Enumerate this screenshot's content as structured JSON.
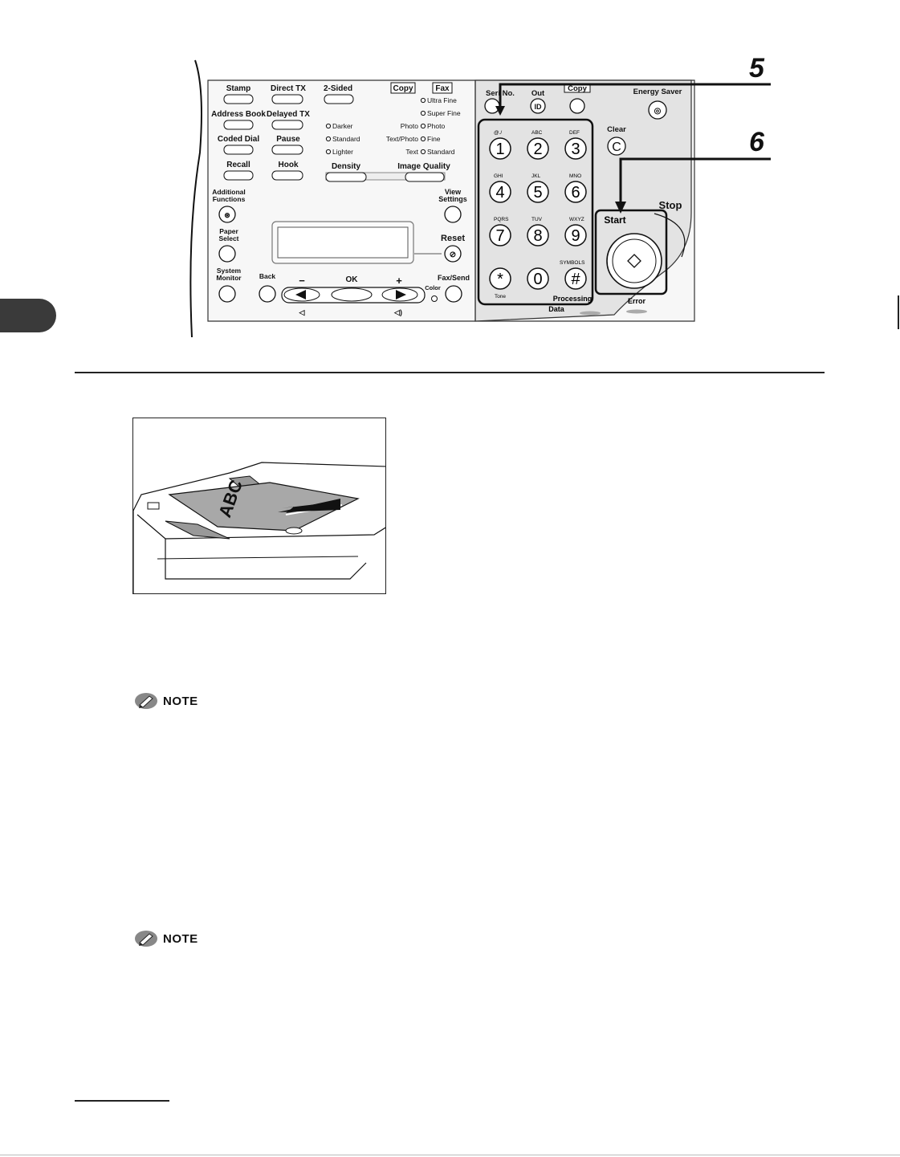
{
  "steps": {
    "five": "5",
    "six": "6"
  },
  "panel": {
    "mode_keys": [
      "Stamp",
      "Direct TX",
      "2-Sided",
      "Address Book",
      "Delayed TX",
      "Coded Dial",
      "Pause",
      "Recall",
      "Hook"
    ],
    "copy_label": "Copy",
    "fax_label": "Fax",
    "fax_quality": [
      "Ultra Fine",
      "Super Fine",
      "Photo",
      "Fine",
      "Standard"
    ],
    "copy_quality": [
      "Photo",
      "Text/Photo",
      "Text"
    ],
    "density_options": [
      "Darker",
      "Standard",
      "Lighter"
    ],
    "density_label": "Density",
    "image_quality_label": "Image Quality",
    "additional_functions": [
      "Additional",
      "Functions"
    ],
    "view_settings": [
      "View",
      "Settings"
    ],
    "paper_select": [
      "Paper",
      "Select"
    ],
    "reset": "Reset",
    "system_monitor": [
      "System",
      "Monitor"
    ],
    "back": "Back",
    "minus": "−",
    "ok": "OK",
    "plus": "+",
    "color": "Color",
    "fax_send": "Fax/Send",
    "serial_no": "Seri  No.",
    "log_out": "Out",
    "id_key": "ID",
    "copy_top": "Copy",
    "energy_saver": "Energy Saver",
    "clear": "Clear",
    "clear_key": "C",
    "stop": "Stop",
    "start": "Start",
    "keypad": [
      {
        "digit": "1",
        "sub": "@./"
      },
      {
        "digit": "2",
        "sub": "ABC"
      },
      {
        "digit": "3",
        "sub": "DEF"
      },
      {
        "digit": "4",
        "sub": "GHI"
      },
      {
        "digit": "5",
        "sub": "JKL"
      },
      {
        "digit": "6",
        "sub": "MNO"
      },
      {
        "digit": "7",
        "sub": "PQRS"
      },
      {
        "digit": "8",
        "sub": "TUV"
      },
      {
        "digit": "9",
        "sub": "WXYZ"
      },
      {
        "digit": "*",
        "sub": "Tone"
      },
      {
        "digit": "0",
        "sub": ""
      },
      {
        "digit": "#",
        "sub": "SYMBOLS"
      }
    ],
    "processing": "Processing",
    "data": "Data",
    "error": "Error"
  },
  "adf_illustration": {
    "paper_text": "ABC"
  },
  "notes": [
    "NOTE",
    "NOTE"
  ]
}
